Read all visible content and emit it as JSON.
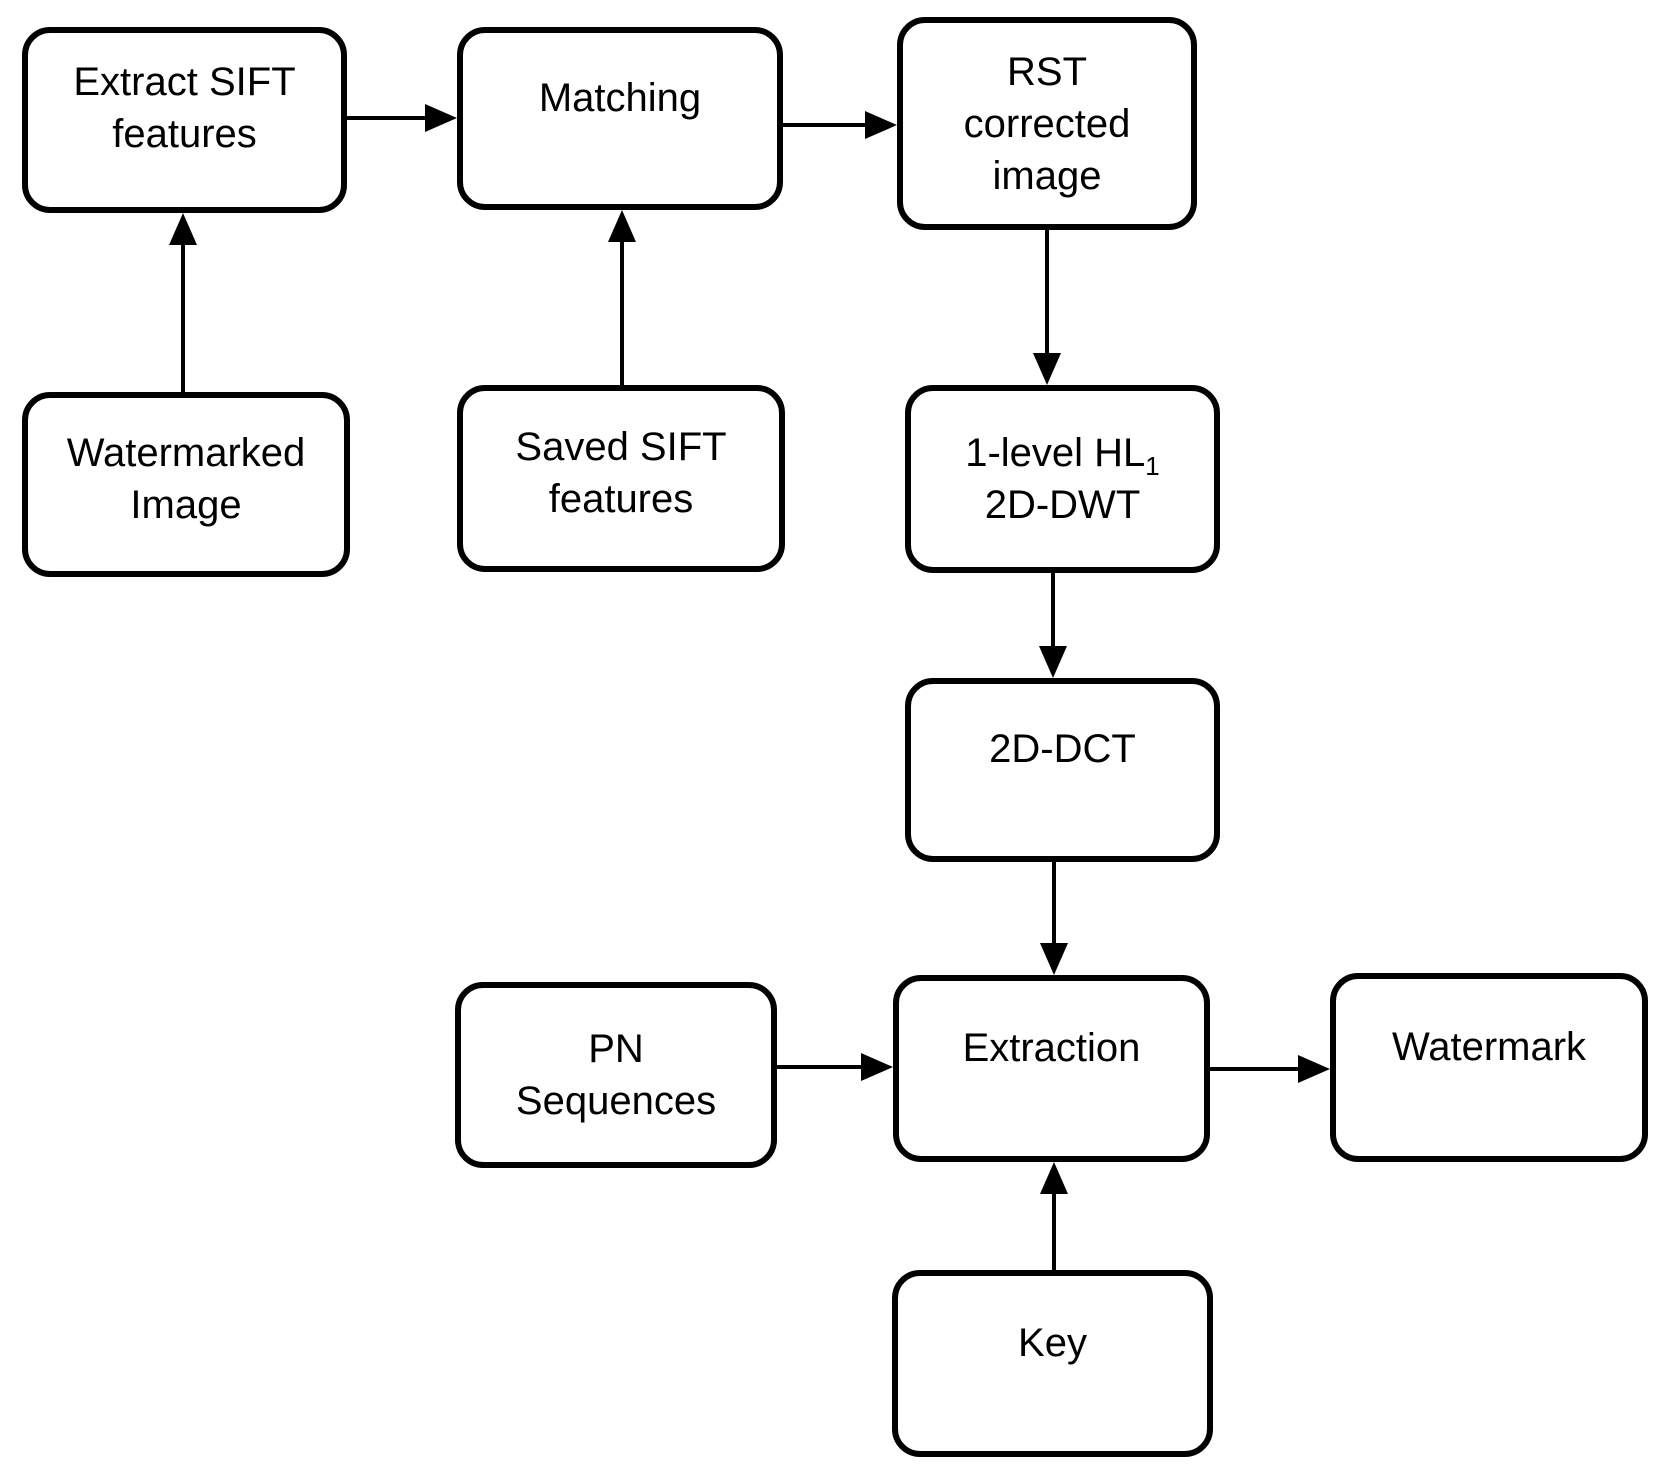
{
  "figure": {
    "type": "flowchart",
    "background": "#ffffff",
    "stroke_color": "#000000",
    "text_color": "#000000"
  },
  "nodes": {
    "extract_sift": {
      "label": "Extract SIFT\nfeatures"
    },
    "matching": {
      "label": "Matching"
    },
    "rst_corrected": {
      "label": "RST\ncorrected\nimage"
    },
    "watermarked_image": {
      "label": "Watermarked\nImage"
    },
    "saved_sift": {
      "label": "Saved SIFT\nfeatures"
    },
    "dwt": {
      "line1": "1-level HL",
      "line1_sub": "1",
      "line2": "2D-DWT"
    },
    "dct": {
      "label": "2D-DCT"
    },
    "pn_sequences": {
      "label": "PN\nSequences"
    },
    "extraction": {
      "label": "Extraction"
    },
    "watermark": {
      "label": "Watermark"
    },
    "key": {
      "label": "Key"
    }
  },
  "edges": [
    {
      "from": "watermarked_image",
      "to": "extract_sift"
    },
    {
      "from": "extract_sift",
      "to": "matching"
    },
    {
      "from": "saved_sift",
      "to": "matching"
    },
    {
      "from": "matching",
      "to": "rst_corrected"
    },
    {
      "from": "rst_corrected",
      "to": "dwt"
    },
    {
      "from": "dwt",
      "to": "dct"
    },
    {
      "from": "dct",
      "to": "extraction"
    },
    {
      "from": "pn_sequences",
      "to": "extraction"
    },
    {
      "from": "key",
      "to": "extraction"
    },
    {
      "from": "extraction",
      "to": "watermark"
    }
  ]
}
